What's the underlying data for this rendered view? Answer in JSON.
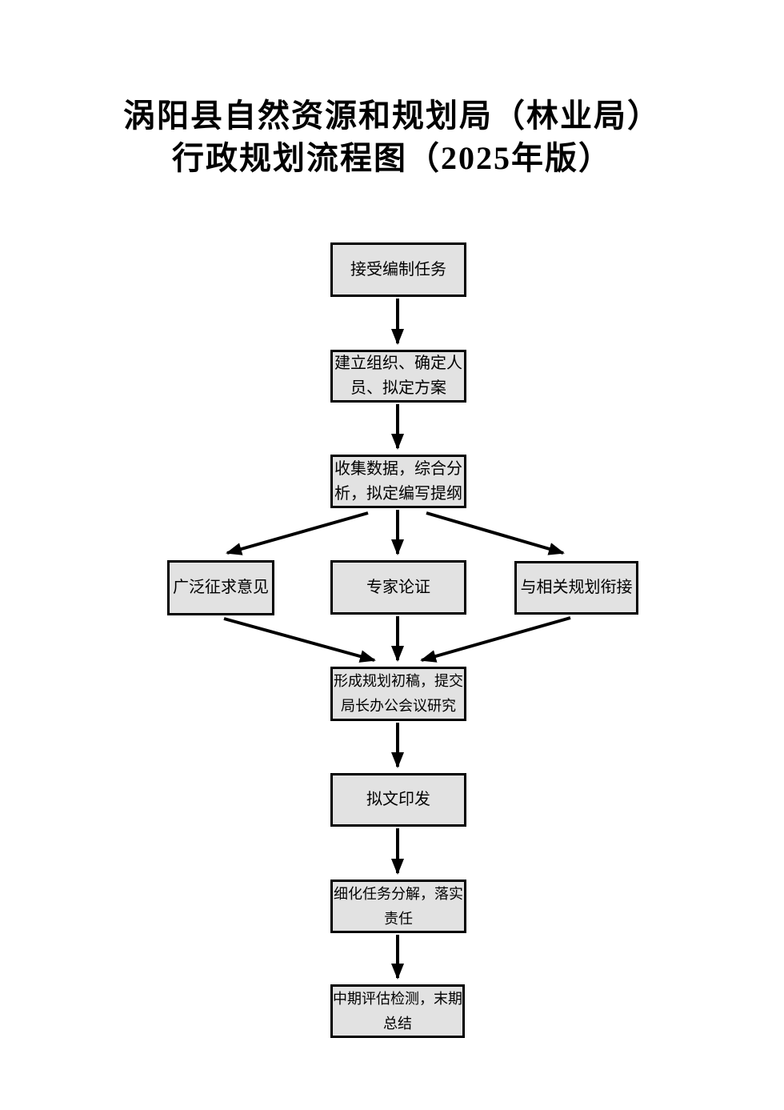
{
  "title": {
    "line1": "涡阳县自然资源和规划局（林业局）",
    "line2": "行政规划流程图（2025年版）"
  },
  "flow": {
    "box_fill": "#e2e2e2",
    "box_border": "#000000",
    "arrow_color": "#000000",
    "nodes": [
      {
        "id": "receive-task",
        "lines": [
          "接受编制任务"
        ]
      },
      {
        "id": "setup-org",
        "lines": [
          "建立组织、确定人",
          "员、拟定方案"
        ]
      },
      {
        "id": "collect-data",
        "lines": [
          "收集数据，综合分",
          "析，拟定编写提纲"
        ]
      },
      {
        "id": "solicit-opinions",
        "lines": [
          "广泛征求意见"
        ]
      },
      {
        "id": "expert-review",
        "lines": [
          "专家论证"
        ]
      },
      {
        "id": "plan-alignment",
        "lines": [
          "与相关规划衔接"
        ]
      },
      {
        "id": "draft-plan",
        "lines": [
          "形成规划初稿，提交",
          "局长办公会议研究"
        ]
      },
      {
        "id": "issue-document",
        "lines": [
          "拟文印发"
        ]
      },
      {
        "id": "task-breakdown",
        "lines": [
          "细化任务分解，落实",
          "责任"
        ]
      },
      {
        "id": "evaluation",
        "lines": [
          "中期评估检测，末期",
          "总结"
        ]
      }
    ]
  }
}
